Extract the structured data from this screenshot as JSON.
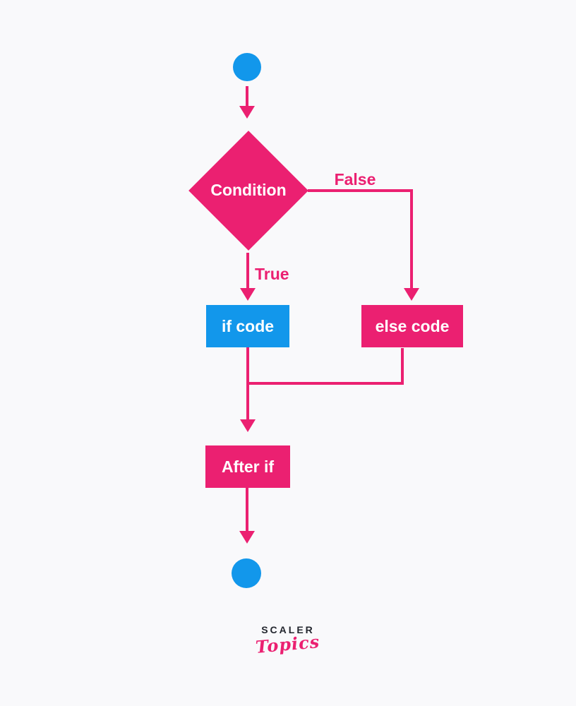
{
  "colors": {
    "pink": "#EB2071",
    "blue": "#1297EB",
    "background": "#F9F9FB",
    "white": "#FFFFFF",
    "logo_dark": "#23262E"
  },
  "diagram": {
    "type": "flowchart",
    "description": "if-else condition control flow",
    "nodes": {
      "start": {
        "kind": "terminal-circle",
        "color": "blue"
      },
      "condition": {
        "kind": "decision-diamond",
        "label": "Condition",
        "color": "pink"
      },
      "if_code": {
        "kind": "process-box",
        "label": "if code",
        "color": "blue"
      },
      "else_code": {
        "kind": "process-box",
        "label": "else code",
        "color": "pink"
      },
      "after_if": {
        "kind": "process-box",
        "label": "After if",
        "color": "pink"
      },
      "end": {
        "kind": "terminal-circle",
        "color": "blue"
      }
    },
    "edges": [
      {
        "from": "start",
        "to": "condition",
        "label": ""
      },
      {
        "from": "condition",
        "to": "if_code",
        "label": "True"
      },
      {
        "from": "condition",
        "to": "else_code",
        "label": "False"
      },
      {
        "from": "if_code",
        "to": "after_if",
        "label": ""
      },
      {
        "from": "else_code",
        "to": "after_if",
        "label": ""
      },
      {
        "from": "after_if",
        "to": "end",
        "label": ""
      }
    ],
    "labels": {
      "true": "True",
      "false": "False"
    }
  },
  "logo": {
    "brand": "SCALER",
    "sub": "Topics"
  }
}
